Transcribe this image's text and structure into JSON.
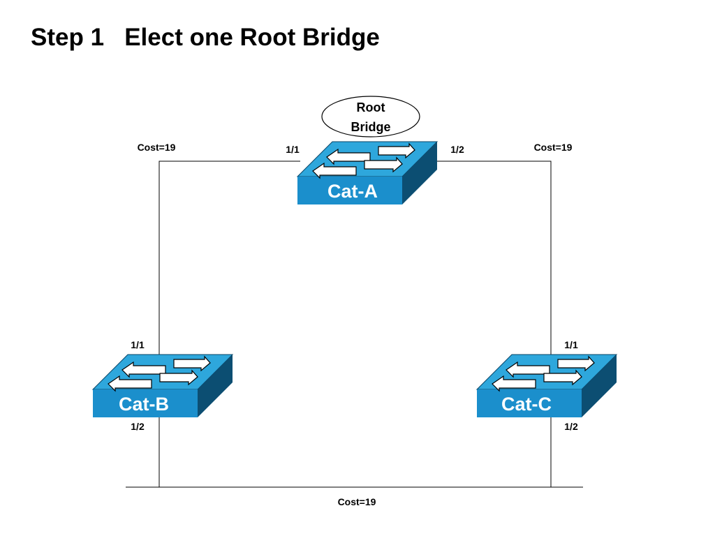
{
  "title": "Step 1   Elect one Root Bridge",
  "root_label": {
    "line1": "Root",
    "line2": "Bridge"
  },
  "switches": {
    "a": {
      "name": "Cat-A",
      "port1": "1/1",
      "port2": "1/2"
    },
    "b": {
      "name": "Cat-B",
      "port1": "1/1",
      "port2": "1/2"
    },
    "c": {
      "name": "Cat-C",
      "port1": "1/1",
      "port2": "1/2"
    }
  },
  "links": {
    "left_cost": "Cost=19",
    "right_cost": "Cost=19",
    "bottom_cost": "Cost=19"
  },
  "colors": {
    "switch_top": "#2ea7dc",
    "switch_front": "#1b8fcc",
    "switch_side": "#0c4e72",
    "line": "#000000"
  }
}
